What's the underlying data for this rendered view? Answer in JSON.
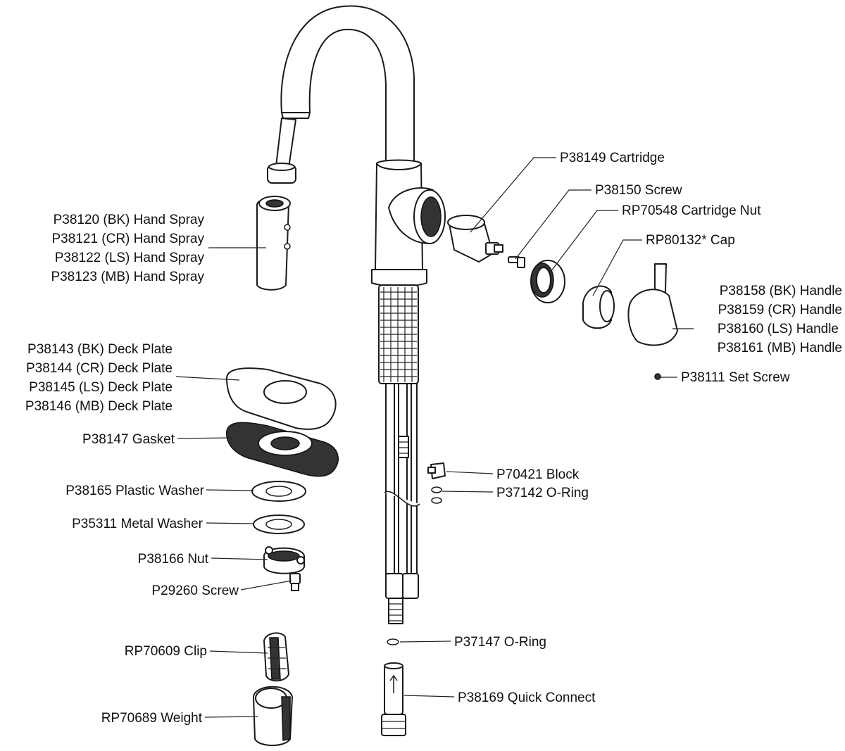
{
  "labels": {
    "hand_spray": [
      "P38120 (BK) Hand Spray",
      "P38121 (CR) Hand Spray",
      "P38122 (LS) Hand Spray",
      "P38123 (MB) Hand Spray"
    ],
    "deck_plate": [
      "P38143 (BK) Deck Plate",
      "P38144 (CR) Deck Plate",
      "P38145 (LS) Deck Plate",
      "P38146 (MB) Deck Plate"
    ],
    "gasket": "P38147 Gasket",
    "plastic_washer": "P38165 Plastic Washer",
    "metal_washer": "P35311 Metal Washer",
    "nut": "P38166 Nut",
    "screw_nut": "P29260 Screw",
    "clip": "RP70609 Clip",
    "weight": "RP70689 Weight",
    "cartridge": "P38149 Cartridge",
    "screw": "P38150 Screw",
    "cartridge_nut": "RP70548 Cartridge Nut",
    "cap": "RP80132* Cap",
    "handle": [
      "P38158 (BK) Handle",
      "P38159 (CR) Handle",
      "P38160 (LS) Handle",
      "P38161 (MB) Handle"
    ],
    "set_screw": "P38111 Set Screw",
    "block": "P70421 Block",
    "o_ring_upper": "P37142 O-Ring",
    "o_ring_lower": "P37147 O-Ring",
    "quick_connect": "P38169 Quick Connect"
  }
}
